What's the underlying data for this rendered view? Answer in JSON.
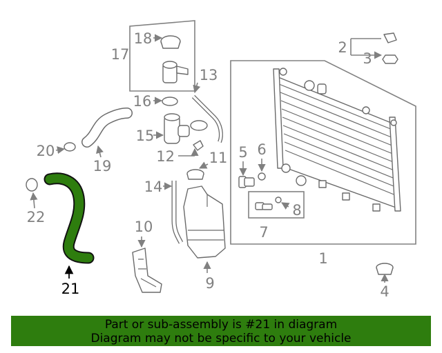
{
  "diagram": {
    "highlight_color": "#2e7d0e",
    "callouts": {
      "c1": "1",
      "c2": "2",
      "c3": "3",
      "c4": "4",
      "c5": "5",
      "c6": "6",
      "c7": "7",
      "c8": "8",
      "c9": "9",
      "c10": "10",
      "c11": "11",
      "c12": "12",
      "c13": "13",
      "c14": "14",
      "c15": "15",
      "c16": "16",
      "c17": "17",
      "c18": "18",
      "c19": "19",
      "c20": "20",
      "c21": "21",
      "c22": "22"
    }
  },
  "footer": {
    "line1": "Part or sub-assembly is #21 in diagram",
    "line2": "Diagram may not be specific to your vehicle"
  }
}
